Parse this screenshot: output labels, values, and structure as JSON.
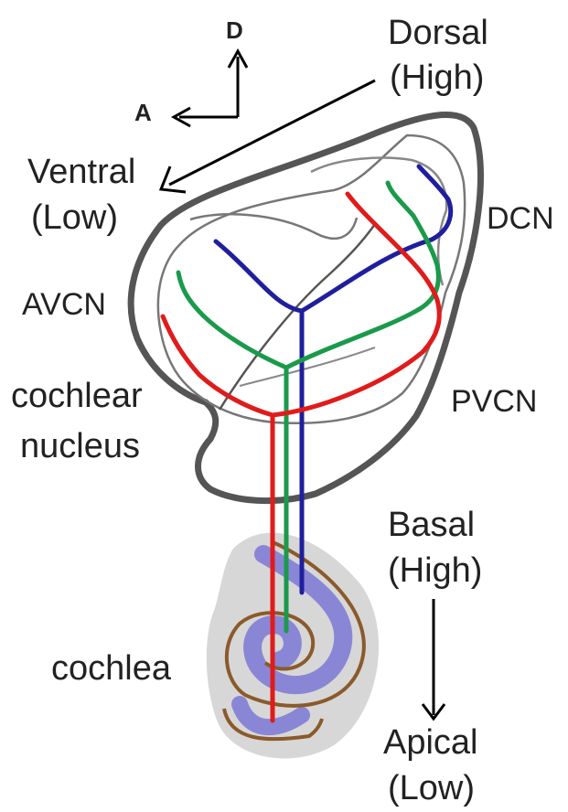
{
  "orientation": {
    "dorsal_axis_label": "D",
    "anterior_axis_label": "A"
  },
  "gradient_top": {
    "line1": "Dorsal",
    "line2": "(High)",
    "line3": "Ventral",
    "line4": "(Low)"
  },
  "gradient_bottom": {
    "line1": "Basal",
    "line2": "(High)",
    "line3": "Apical",
    "line4": "(Low)"
  },
  "regions": {
    "dcn": "DCN",
    "avcn": "AVCN",
    "pvcn": "PVCN",
    "nucleus_line1": "cochlear",
    "nucleus_line2": "nucleus",
    "cochlea": "cochlea"
  },
  "colors": {
    "outline": "#555555",
    "inner_outline": "#888888",
    "blue_fiber": "#1f1f9e",
    "green_fiber": "#1a9a4a",
    "red_fiber": "#e01b1b",
    "cochlea_halo": "#d0d0d0",
    "cochlea_tube": "#8a86d6",
    "cochlea_coil": "#8b5a2b"
  }
}
